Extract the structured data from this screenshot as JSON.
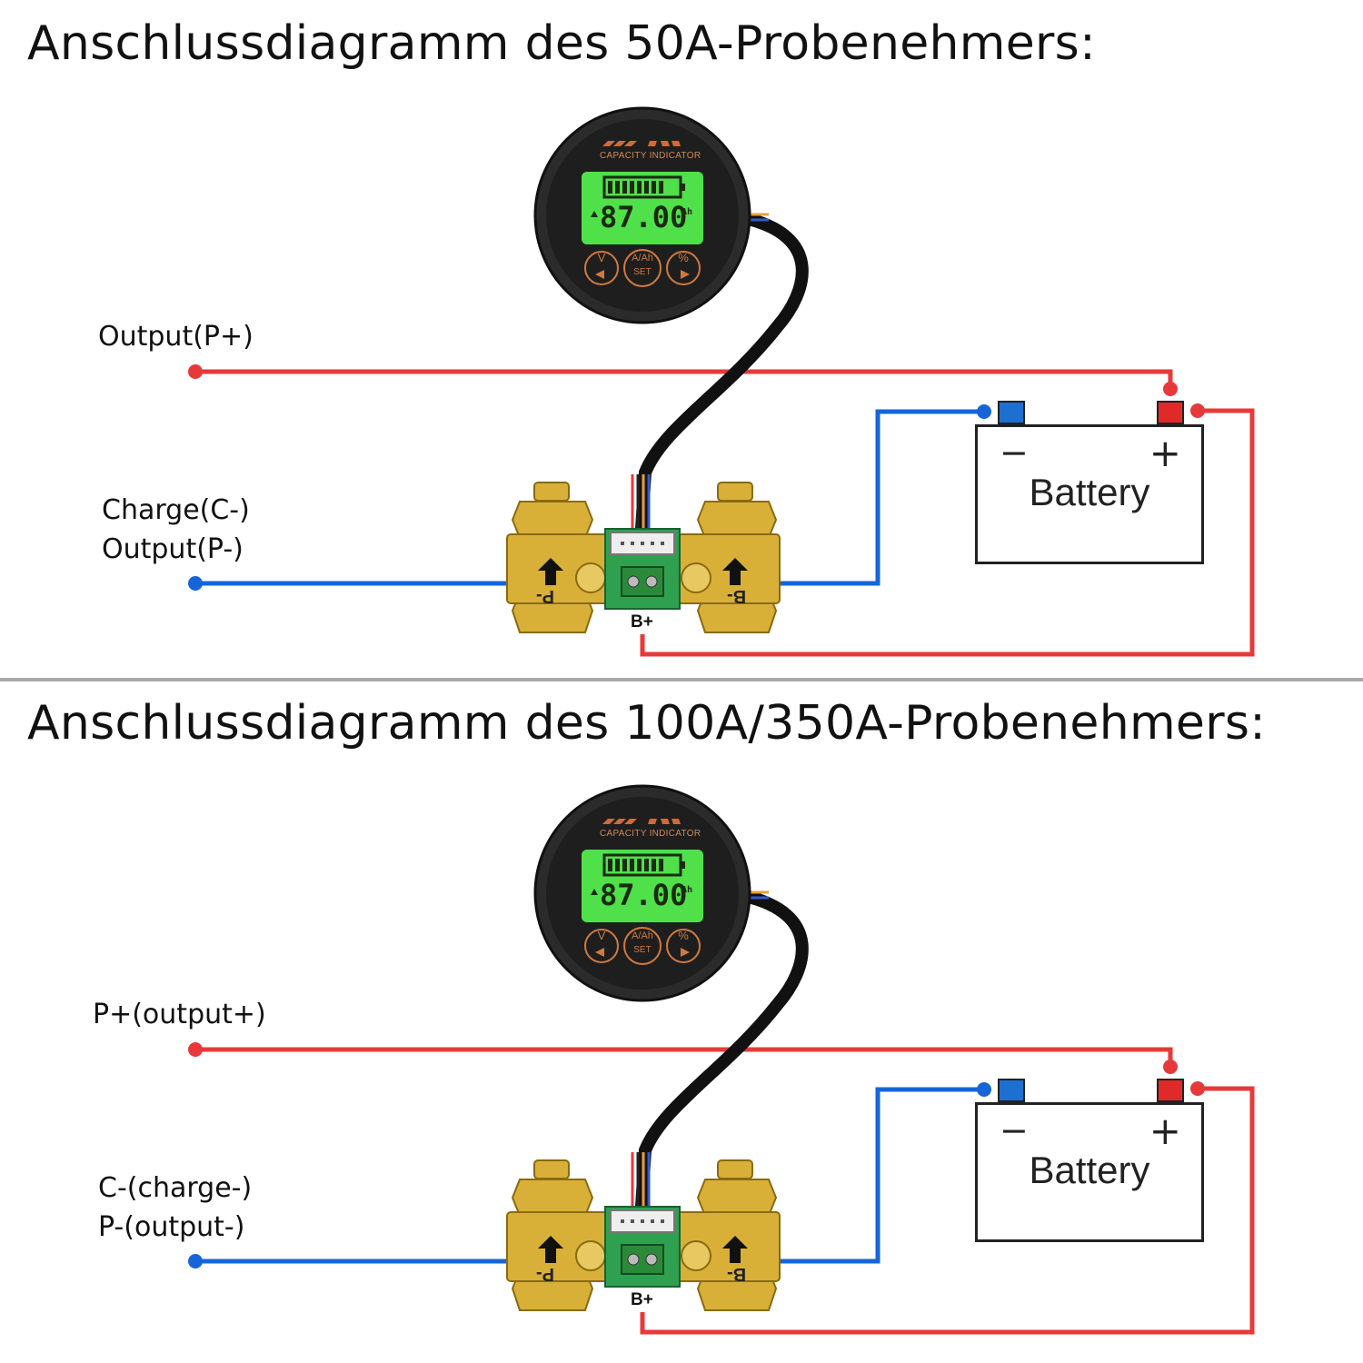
{
  "diagrams": [
    {
      "title": "Anschlussdiagramm des 50A-Probenehmers:",
      "label_positive": "Output(P+)",
      "label_negative_line1": "Charge(C-)",
      "label_negative_line2": "Output(P-)",
      "battery_label": "Battery",
      "battery_minus": "−",
      "battery_plus": "+",
      "shunt_b_plus": "B+",
      "shunt_p_minus": "P-",
      "shunt_b_minus": "B-",
      "meter": {
        "header": "CAPACITY INDICATOR",
        "reading": "87.00",
        "unit": "Ah",
        "btn_left": "V",
        "btn_mid_top": "A/Ah",
        "btn_mid_bottom": "SET",
        "btn_right": "%"
      }
    },
    {
      "title": "Anschlussdiagramm des 100A/350A-Probenehmers:",
      "label_positive": "P+(output+)",
      "label_negative_line1": "C-(charge-)",
      "label_negative_line2": "P-(output-)",
      "battery_label": "Battery",
      "battery_minus": "−",
      "battery_plus": "+",
      "shunt_b_plus": "B+",
      "shunt_p_minus": "P-",
      "shunt_b_minus": "B-",
      "meter": {
        "header": "CAPACITY INDICATOR",
        "reading": "87.00",
        "unit": "Ah",
        "btn_left": "V",
        "btn_mid_top": "A/Ah",
        "btn_mid_bottom": "SET",
        "btn_right": "%"
      }
    }
  ],
  "colors": {
    "positive_wire": "#e8393a",
    "negative_wire": "#1565d8",
    "lcd_backlight": "#4fe04a",
    "brass": "#d8b038",
    "divider": "#a9a9a9"
  }
}
